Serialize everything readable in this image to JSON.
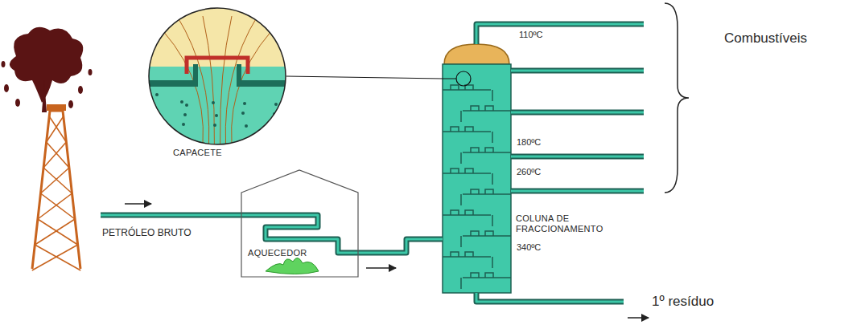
{
  "diagram": {
    "nodes": [
      {
        "text": [
          "CAPACETE"
        ]
      },
      {
        "text": [
          "AQUECEDOR"
        ]
      },
      {
        "text": [
          "COLUNA DE FRACCIONAMENTO"
        ]
      }
    ],
    "edges": [
      {
        "from": 0,
        "to": 2,
        "arrow": "none"
      },
      {
        "from": 1,
        "to": 2,
        "arrow": "none"
      }
    ],
    "labels": [
      "PETRÓLEO BRUTO",
      "110ºC",
      "180ºC",
      "260ºC",
      "340ºC",
      "Combustíveis",
      "1º resíduo"
    ]
  }
}
